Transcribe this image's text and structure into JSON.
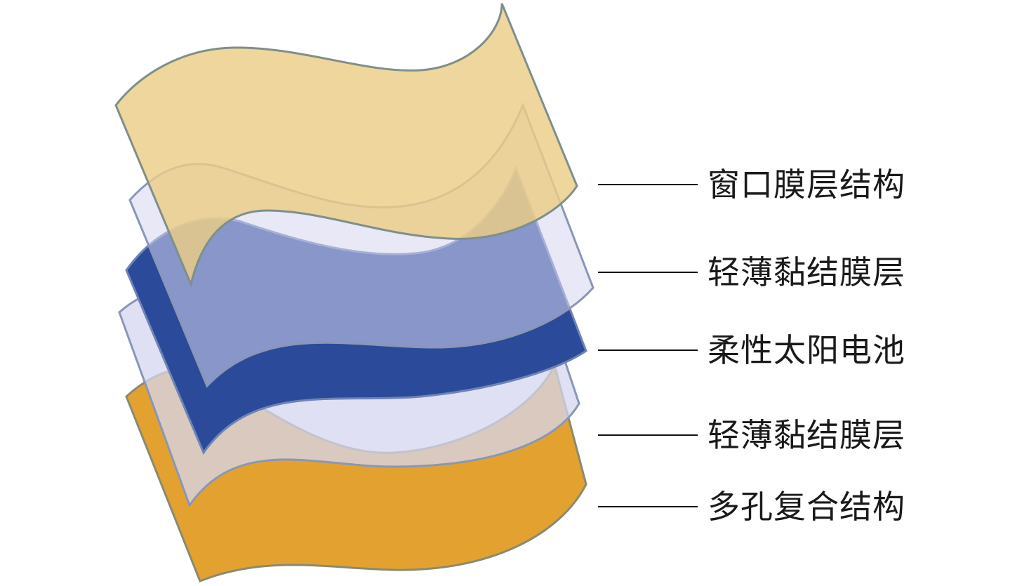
{
  "layers": [
    {
      "id": "window-film",
      "label": "窗口膜层结构",
      "fill": "#ebcd86"
    },
    {
      "id": "adhesive-top",
      "label": "轻薄黏结膜层",
      "fill": "#d6d6f0"
    },
    {
      "id": "solar-cell",
      "label": "柔性太阳电池",
      "fill": "#2c4a9a"
    },
    {
      "id": "adhesive-bottom",
      "label": "轻薄黏结膜层",
      "fill": "#d6d6f0"
    },
    {
      "id": "porous-composite",
      "label": "多孔复合结构",
      "fill": "#e3a22f"
    }
  ]
}
